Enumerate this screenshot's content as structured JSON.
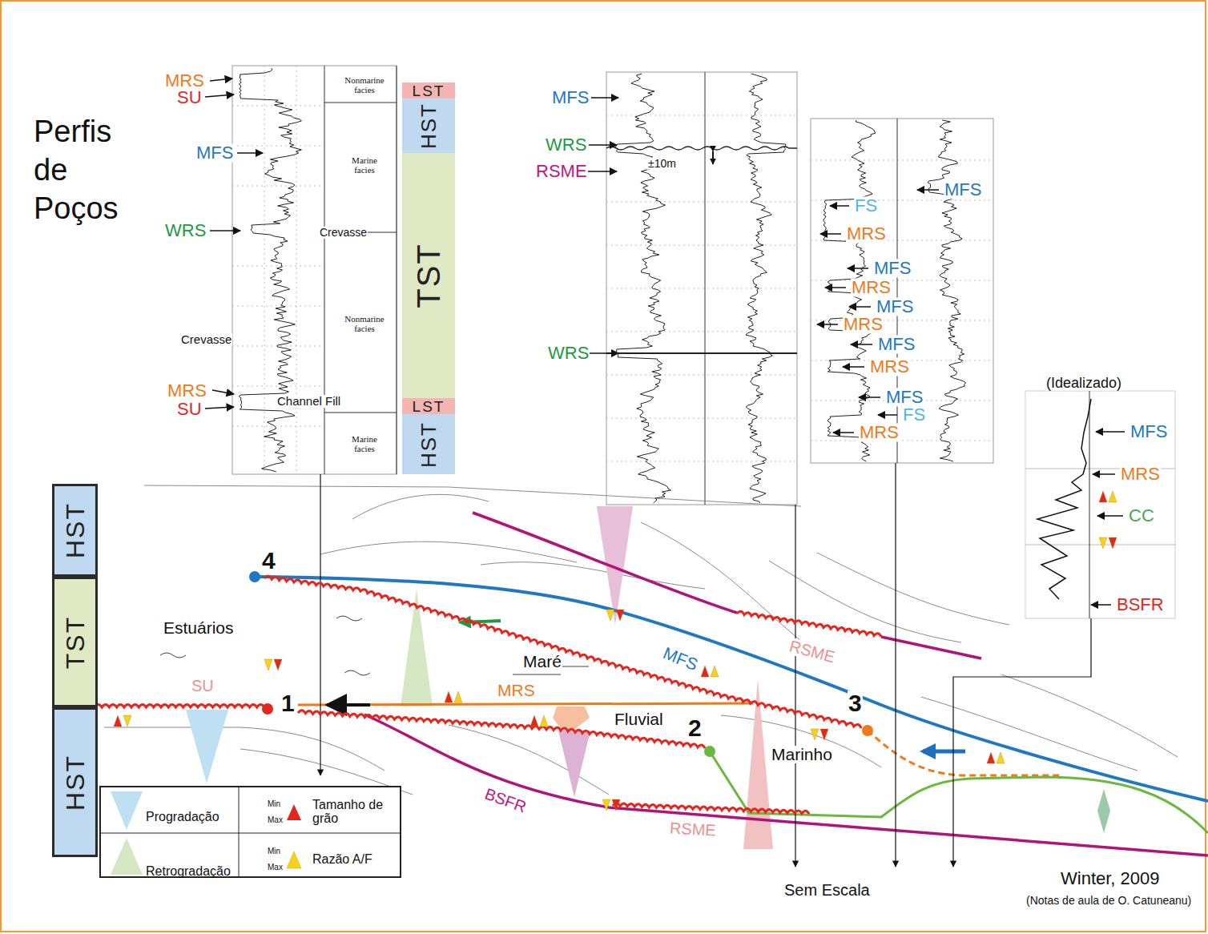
{
  "diagram": {
    "title": "Perfis de Poços",
    "nodes": [
      {
        "text": [
          "LST"
        ]
      },
      {
        "text": [
          "HST"
        ]
      },
      {
        "text": [
          "TST"
        ]
      },
      {
        "text": [
          "LST"
        ]
      },
      {
        "text": [
          "HST"
        ]
      },
      {
        "text": [
          "HST"
        ]
      },
      {
        "text": [
          "TST"
        ]
      },
      {
        "text": [
          "HST"
        ]
      }
    ],
    "labels": [
      "MRS",
      "SU",
      "MFS",
      "WRS",
      "Crevasse",
      "Crevasse",
      "MRS",
      "SU",
      "Nonmarine facies",
      "Marine facies",
      "Nonmarine facies",
      "Marine facies",
      "Channel Fill",
      "MFS",
      "WRS",
      "±10m",
      "RSME",
      "WRS",
      "MFS",
      "FS",
      "MRS",
      "MFS",
      "MRS",
      "MFS",
      "MRS",
      "MFS",
      "MRS",
      "MFS",
      "FS",
      "MRS",
      "(Idealizado)",
      "MFS",
      "MRS",
      "CC",
      "BSFR",
      "4",
      "Estuários",
      "MFS",
      "RSME",
      "Maré",
      "SU",
      "MRS",
      "1",
      "Fluvial",
      "2",
      "3",
      "Marinho",
      "BSFR",
      "RSME",
      "Min",
      "Max",
      "Min",
      "Max",
      "Sem Escala",
      "Winter, 2009",
      "(Notas de aula de O. Catuneanu)"
    ],
    "legend": [
      {
        "text": "Progradação"
      },
      {
        "text": "Retrogradação"
      },
      {
        "text": "Tamanho de grão"
      },
      {
        "text": "Razão A/F"
      }
    ]
  }
}
